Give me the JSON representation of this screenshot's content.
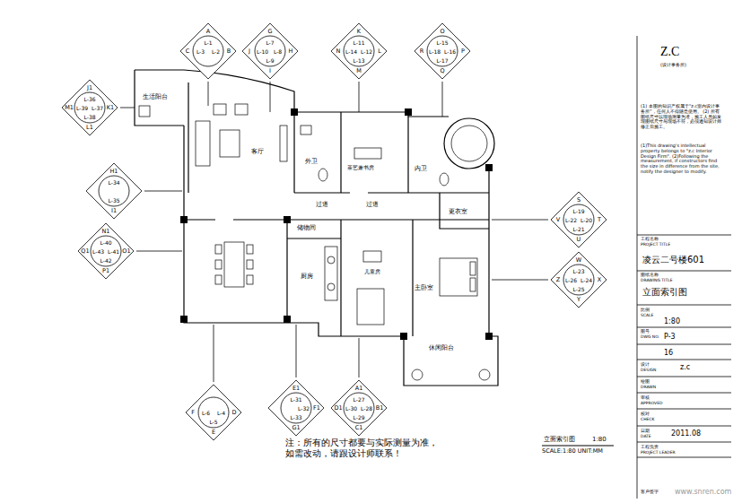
{
  "diagram": {
    "nodes": [
      {
        "text": [
          "A",
          "L-1",
          "C",
          "L-3",
          "B",
          "L-2"
        ]
      },
      {
        "text": [
          "G",
          "L-7",
          "J",
          "L-10",
          "H",
          "L-8",
          "I",
          "L-9"
        ]
      },
      {
        "text": [
          "K",
          "L-11",
          "N",
          "L-14",
          "L",
          "L-12",
          "M",
          "L-13"
        ]
      },
      {
        "text": [
          "O",
          "L-15",
          "R",
          "L-18",
          "P",
          "L-16",
          "Q",
          "L-17"
        ]
      },
      {
        "text": [
          "J1",
          "L-36",
          "M1",
          "L-39",
          "K1",
          "L-37",
          "L1",
          "L-38"
        ]
      },
      {
        "text": [
          "H1",
          "L-34",
          "I1",
          "L-35"
        ]
      },
      {
        "text": [
          "N1",
          "L-40",
          "Q1",
          "L-43",
          "O1",
          "L-41",
          "P1",
          "L-42"
        ]
      },
      {
        "text": [
          "S",
          "L-19",
          "V",
          "L-22",
          "T",
          "L-20",
          "U",
          "L-21"
        ]
      },
      {
        "text": [
          "W",
          "L-23",
          "Z",
          "L-26",
          "X",
          "L-24",
          "Y",
          "L-25"
        ]
      },
      {
        "text": [
          "F",
          "L-6",
          "D",
          "L-4",
          "E",
          "L-5"
        ]
      },
      {
        "text": [
          "E1",
          "L-31",
          "F1",
          "L-32",
          "G1",
          "L-33"
        ]
      },
      {
        "text": [
          "A1",
          "L-27",
          "D1",
          "L-30",
          "B1",
          "L-28",
          "C1",
          "L-29"
        ]
      }
    ],
    "labels": [
      "生活阳台",
      "客厅",
      "外卫",
      "茶艺兼书房",
      "内卫",
      "过道",
      "过道",
      "储物间",
      "更衣室",
      "厨房",
      "儿童房",
      "主卧室",
      "休闲阳台",
      "注：所有的尺寸都要与实际测量为准， 如需改动，请跟设计师联系！",
      "立面索引图",
      "1:80",
      "SCALE:1:80 UNIT:MM",
      "Z.C",
      "(设计事务所)",
      "(1) 本图的知识产权属于“z.c室内设计事务所”，任何人不得随意使用。 (2) 所有图纸尺寸以现场测量为准，施工人员如发现图纸尺寸与现场不符，必须通知设计师修正后施工。",
      "(1)This drawing's intellectual property belongs to \"z.c Interior Design Firm\". (2)Following the measurement, if constructors find the size in difference from the site, notify the designer to modify.",
      "工程名称",
      "PROJECT TITLE",
      "凌云二号楼601",
      "图纸名称",
      "DRAWING TITLE",
      "立面索引图",
      "比例",
      "SCALE",
      "1:80",
      "图号",
      "DWG NO.",
      "P-3",
      "16",
      "设计",
      "DESIGN",
      "z.c",
      "绘图",
      "DRAWN",
      "审核",
      "APPROVED",
      "校对",
      "CHECK",
      "日期",
      "DATE",
      "2011.08",
      "工程负责",
      "PROJECT LEADER",
      "客户签字",
      "www.snren.com"
    ]
  }
}
